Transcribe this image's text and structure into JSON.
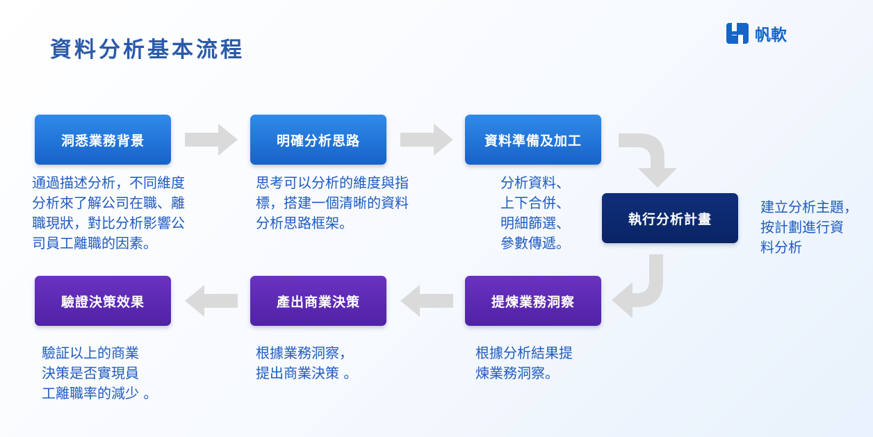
{
  "title": "資料分析基本流程",
  "logo": {
    "text": "帆軟",
    "icon": "fanruan-logo-icon"
  },
  "colors": {
    "title": "#2a5aa8",
    "blue_step": "#1f74da",
    "navy_step": "#0d2b70",
    "purple_step": "#5c2ab6",
    "description": "#1f5bbf",
    "arrow": "#d9d9d9"
  },
  "steps": [
    {
      "label": "洞悉業務背景",
      "desc": "通過描述分析，不同維度\n分析來了解公司在職、離\n職現狀，對比分析影響公\n司員工離職的因素。"
    },
    {
      "label": "明確分析思路",
      "desc": "思考可以分析的維度與指\n標，搭建一個清晰的資料\n分析思路框架。"
    },
    {
      "label": "資料準備及加工",
      "desc": "分析資料、\n上下合併、\n明細篩選、\n參數傳遞。"
    },
    {
      "label": "執行分析計畫",
      "desc": "建立分析主題，\n按計劃進行資\n料分析"
    },
    {
      "label": "提煉業務洞察",
      "desc": "根據分析結果提\n煉業務洞察。"
    },
    {
      "label": "產出商業決策",
      "desc": "根據業務洞察，\n提出商業決策 。"
    },
    {
      "label": "驗證決策效果",
      "desc": "驗証以上的商業\n決策是否實現員\n工離職率的減少 。"
    }
  ]
}
